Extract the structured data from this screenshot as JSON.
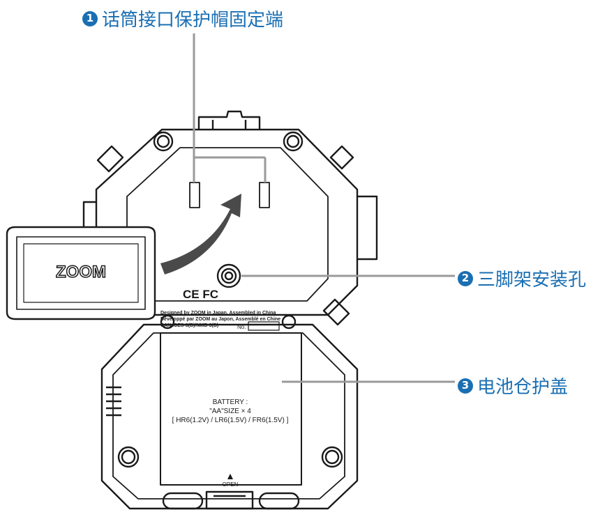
{
  "callouts": [
    {
      "num": "1",
      "label": "话筒接口保护帽固定端"
    },
    {
      "num": "2",
      "label": "三脚架安装孔"
    },
    {
      "num": "3",
      "label": "电池仓护盖"
    }
  ],
  "device": {
    "cap_logo": "ZOOM",
    "regulatory_line_1": "Designed by ZOOM in Japan, Assembled in China",
    "regulatory_line_2": "Développé par ZOOM au Japon, Assemblé en Chine",
    "regulatory_line_3": "CAN ICES-3(B)/NMB-3(B)",
    "serial_label": "No.",
    "marks": "CE FC",
    "battery_line_1": "BATTERY :",
    "battery_line_2": "\"AA\"SIZE × 4",
    "battery_line_3": "[ HR6(1.2V) / LR6(1.5V) / FR6(1.5V) ]",
    "open_label": "OPEN"
  },
  "colors": {
    "callout": "#1a6fb3",
    "leader_line": "#9a9a9a",
    "arrow": "#4a4a4a",
    "outline": "#1a1a1a"
  }
}
